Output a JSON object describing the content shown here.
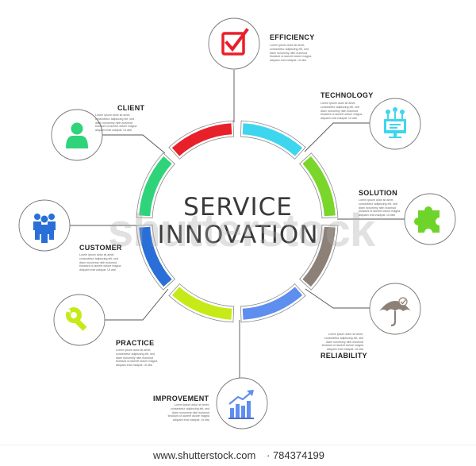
{
  "center": {
    "line1": "SERVICE",
    "line2": "INNOVATION"
  },
  "segment_colors": [
    "#e8202a",
    "#3ed6ee",
    "#7ad62b",
    "#8d8177",
    "#5f8fee",
    "#c6ea18",
    "#2a6fd8",
    "#2fd37a"
  ],
  "nodes": {
    "efficiency": {
      "label": "EFFICIENCY",
      "icon": "checkbox-icon",
      "color": "#e8202a",
      "desc": [
        "Lorem ipsum dolor sit amet,",
        "consectetur adipiscing elit, sed",
        "diam nonummy nibh euismod",
        "tincidunt ut laoreet dolore magna",
        "aliquam erat volutpat. Ut wisi"
      ]
    },
    "technology": {
      "label": "TECHNOLOGY",
      "icon": "network-monitor-icon",
      "color": "#3ed6ee",
      "desc": [
        "Lorem ipsum dolor sit amet,",
        "consectetur adipiscing elit, sed",
        "diam nonummy nibh euismod",
        "tincidunt ut laoreet dolore magna",
        "aliquam erat volutpat. Ut wisi"
      ]
    },
    "solution": {
      "label": "SOLUTION",
      "icon": "puzzle-icon",
      "color": "#7ad62b",
      "desc": [
        "Lorem ipsum dolor sit amet,",
        "consectetur adipiscing elit, sed",
        "diam nonummy nibh euismod",
        "tincidunt ut laoreet dolore magna",
        "aliquam erat volutpat. Ut wisi"
      ]
    },
    "reliability": {
      "label": "RELIABILITY",
      "icon": "umbrella-icon",
      "color": "#8d8177",
      "desc": [
        "Lorem ipsum dolor sit amet,",
        "consectetur adipiscing elit, sed",
        "diam nonummy nibh euismod",
        "tincidunt ut laoreet dolore magna",
        "aliquam erat volutpat. Ut wisi"
      ]
    },
    "improvement": {
      "label": "IMPROVEMENT",
      "icon": "growth-chart-icon",
      "color": "#5f8fee",
      "desc": [
        "Lorem ipsum dolor sit amet,",
        "consectetur adipiscing elit, sed",
        "diam nonummy nibh euismod",
        "tincidunt ut laoreet dolore magna",
        "aliquam erat volutpat. Ut wisi"
      ]
    },
    "practice": {
      "label": "PRACTICE",
      "icon": "wrench-icon",
      "color": "#c6ea18",
      "desc": [
        "Lorem ipsum dolor sit amet,",
        "consectetur adipiscing elit, sed",
        "diam nonummy nibh euismod",
        "tincidunt ut laoreet dolore magna",
        "aliquam erat volutpat. Ut wisi"
      ]
    },
    "customer": {
      "label": "CUSTOMER",
      "icon": "people-group-icon",
      "color": "#2a6fd8",
      "desc": [
        "Lorem ipsum dolor sit amet,",
        "consectetur adipiscing elit, sed",
        "diam nonummy nibh euismod",
        "tincidunt ut laoreet dolore magna",
        "aliquam erat volutpat. Ut wisi"
      ]
    },
    "client": {
      "label": "CLIENT",
      "icon": "person-icon",
      "color": "#2fd37a",
      "desc": [
        "Lorem ipsum dolor sit amet,",
        "consectetur adipiscing elit, sed",
        "diam nonummy nibh euismod",
        "tincidunt ut laoreet dolore magna",
        "aliquam erat volutpat. Ut wisi"
      ]
    }
  },
  "watermark": "shutterstock",
  "footer": {
    "url": "www.shutterstock.com",
    "id": "· 784374199"
  }
}
